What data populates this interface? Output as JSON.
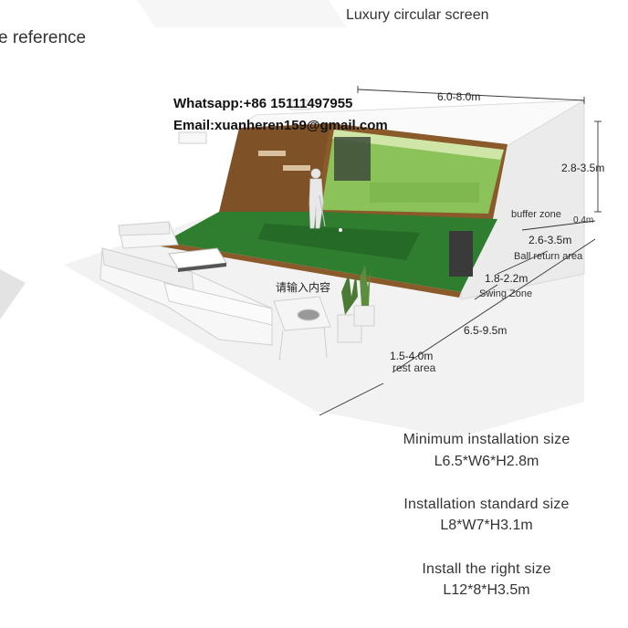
{
  "header": {
    "title": "Luxury circular screen",
    "left_caption": "e reference"
  },
  "contact": {
    "whatsapp": "Whatsapp:+86 15111497955",
    "email": "Email:xuanheren159@gmail.com"
  },
  "dimensions": {
    "width_top": "6.0-8.0m",
    "height": "2.8-3.5m",
    "buffer_depth": "0.4m",
    "ball_return": "2.6-3.5m",
    "swing": "1.8-2.2m",
    "length": "6.5-9.5m",
    "rest": "1.5-4.0m"
  },
  "zones": {
    "buffer": "buffer zone",
    "ball_return": "Ball return area",
    "swing": "Swing Zone",
    "rest": "rest area"
  },
  "placeholder_text": "请输入内容",
  "sizes": [
    {
      "heading": "Minimum installation size",
      "value": "L6.5*W6*H2.8m"
    },
    {
      "heading": "Installation standard size",
      "value": "L8*W7*H3.1m"
    },
    {
      "heading": "Install the right size",
      "value": "L12*8*H3.5m"
    }
  ],
  "colors": {
    "turf": "#2f7d2f",
    "turf_dark": "#256a26",
    "screen_green": "#8cc25a",
    "wood": "#8a5a2b",
    "floor": "#f2f2f2",
    "wall": "#ebebeb"
  }
}
